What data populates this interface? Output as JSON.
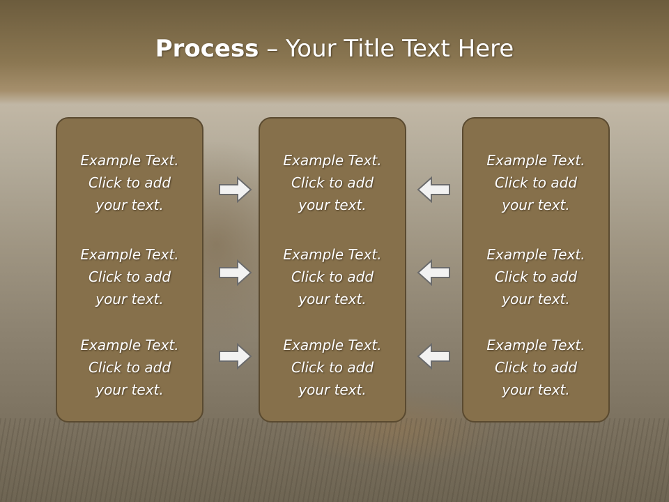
{
  "slide": {
    "title_bold": "Process",
    "title_rest": " – Your Title Text Here",
    "columns": [
      {
        "items": [
          {
            "line1": "Example Text.",
            "line2": "Click  to add",
            "line3": "your text."
          },
          {
            "line1": "Example Text.",
            "line2": "Click  to add",
            "line3": "your text."
          },
          {
            "line1": "Example Text.",
            "line2": "Click  to add",
            "line3": "your text."
          }
        ]
      },
      {
        "items": [
          {
            "line1": "Example Text.",
            "line2": "Click  to add",
            "line3": "your text."
          },
          {
            "line1": "Example Text.",
            "line2": "Click  to add",
            "line3": "your text."
          },
          {
            "line1": "Example Text.",
            "line2": "Click  to add",
            "line3": "your text."
          }
        ]
      },
      {
        "items": [
          {
            "line1": "Example Text.",
            "line2": "Click  to add",
            "line3": "your text."
          },
          {
            "line1": "Example Text.",
            "line2": "Click  to add",
            "line3": "your text."
          },
          {
            "line1": "Example Text.",
            "line2": "Click  to add",
            "line3": "your text."
          }
        ]
      }
    ],
    "arrows": {
      "left_group": "arrow-right-icon",
      "right_group": "arrow-left-icon"
    },
    "colors": {
      "box_fill": "#86704b",
      "box_border": "#5a4a30",
      "text": "#ffffff",
      "arrow_fill": "#f2f2f2",
      "arrow_stroke": "#6b6b6b"
    }
  }
}
